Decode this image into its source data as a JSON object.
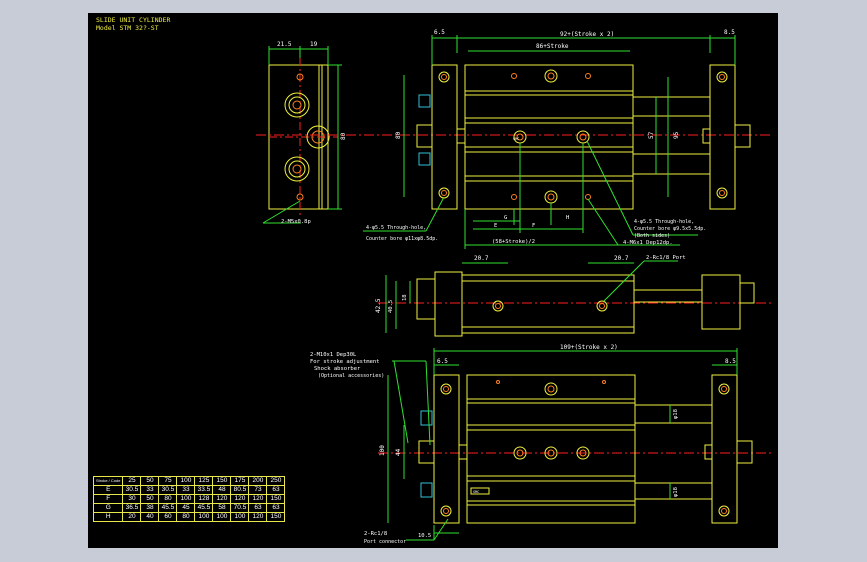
{
  "title": {
    "line1": "SLIDE UNIT CYLINDER",
    "line2": "Model STM 32?-ST"
  },
  "colors": {
    "background": "#000000",
    "outline": "#f0f040",
    "dimension": "#30e030",
    "hole": "#ff8020",
    "center_line": "#ff2020",
    "port": "#30c0d8"
  },
  "dimensions": {
    "d_21_5": "21.5",
    "d_19": "19",
    "d_80_side": "80",
    "port_m5": "2-M5x0.8p",
    "d_6_5_left": "6.5",
    "d_8_5_right": "8.5",
    "top_overall": "92+(Stroke x 2)",
    "top_inner": "86+Stroke",
    "d_80_front": "80",
    "d_57": "57",
    "d_95": "95",
    "counterbore_left_1": "4-φ5.5 Through-hole,",
    "counterbore_left_2": "Counter bore φ11xφ8.5dp.",
    "counterbore_right_1": "4-φ5.5 Through-hole,",
    "counterbore_right_2": "Counter bore φ9.5x5.5dp.",
    "counterbore_right_3": "(Both sides)",
    "tapped": "4-M6x1 Dep12dp.",
    "label_g": "G",
    "label_h": "H",
    "label_e": "E",
    "label_f": "F",
    "bottom_stroke": "(58+Stroke)/2",
    "mid_20_7_left": "20.7",
    "mid_20_7_right": "20.7",
    "mid_port": "2-Rc1/8 Port",
    "mid_42_5": "42.5",
    "mid_40_5": "40.5",
    "mid_18": "18",
    "bottom_overall": "109+(Stroke x 2)",
    "bottom_6_5": "6.5",
    "bottom_8_5": "8.5",
    "bolt_note_1": "2-M10x1 Dep30L",
    "bolt_note_2": "For stroke adjustment",
    "bolt_note_3": "Shock absorber",
    "bolt_note_4": "(Optional accessories)",
    "bottom_100": "100",
    "bottom_44": "44",
    "phi_18_top": "φ18",
    "phi_18_bottom": "φ18",
    "port_rc_bottom_1": "2-Rc1/8",
    "port_rc_bottom_2": "Port connector",
    "d_10_5": "10.5",
    "nameplate": "SMC"
  },
  "table": {
    "header_corner": "Stroke / Code",
    "strokes": [
      "25",
      "50",
      "75",
      "100",
      "125",
      "150",
      "175",
      "200",
      "250"
    ],
    "rows": [
      {
        "code": "E",
        "values": [
          "30.5",
          "33",
          "30.5",
          "33",
          "33.5",
          "48",
          "80.5",
          "73",
          "63"
        ]
      },
      {
        "code": "F",
        "values": [
          "30",
          "50",
          "80",
          "100",
          "128",
          "120",
          "120",
          "120",
          "150"
        ]
      },
      {
        "code": "G",
        "values": [
          "36.5",
          "38",
          "45.5",
          "45",
          "45.5",
          "58",
          "70.5",
          "63",
          "63"
        ]
      },
      {
        "code": "H",
        "values": [
          "20",
          "40",
          "60",
          "80",
          "100",
          "100",
          "100",
          "120",
          "150"
        ]
      }
    ]
  }
}
